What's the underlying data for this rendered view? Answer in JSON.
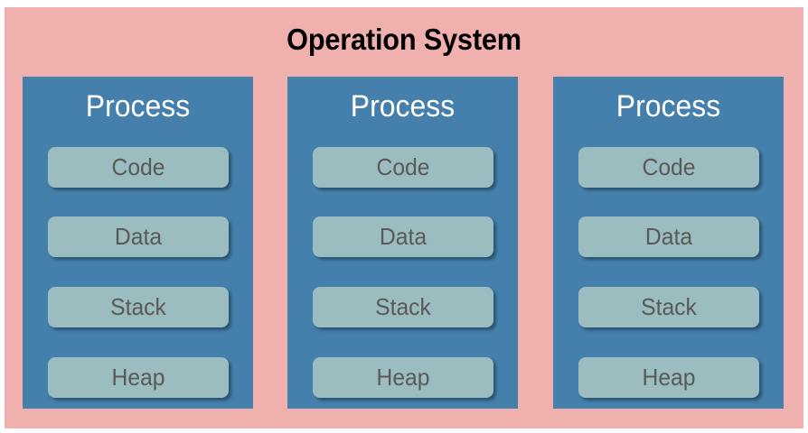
{
  "diagram": {
    "os_panel": {
      "title": "Operation System",
      "background_color": "#F0B0AE",
      "title_color": "#000000"
    },
    "process_box": {
      "background_color": "#4580AC",
      "title_color": "#FFFFFF"
    },
    "segment_box": {
      "background_color": "#9CBDC0",
      "label_color": "#595959"
    },
    "processes": [
      {
        "title": "Process",
        "segments": [
          {
            "label": "Code"
          },
          {
            "label": "Data"
          },
          {
            "label": "Stack"
          },
          {
            "label": "Heap"
          }
        ]
      },
      {
        "title": "Process",
        "segments": [
          {
            "label": "Code"
          },
          {
            "label": "Data"
          },
          {
            "label": "Stack"
          },
          {
            "label": "Heap"
          }
        ]
      },
      {
        "title": "Process",
        "segments": [
          {
            "label": "Code"
          },
          {
            "label": "Data"
          },
          {
            "label": "Stack"
          },
          {
            "label": "Heap"
          }
        ]
      }
    ]
  }
}
